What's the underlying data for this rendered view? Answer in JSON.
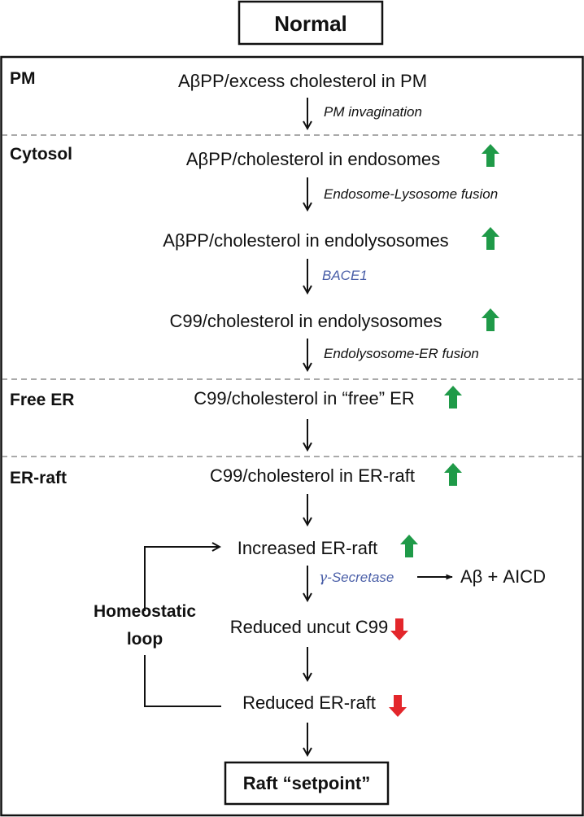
{
  "title": "Normal",
  "sections": {
    "pm": "PM",
    "cytosol": "Cytosol",
    "free_er": "Free ER",
    "er_raft": "ER-raft"
  },
  "nodes": {
    "n1": "AβPP/excess cholesterol in PM",
    "n2": "AβPP/cholesterol in endosomes",
    "n3": "AβPP/cholesterol in endolysosomes",
    "n4": "C99/cholesterol in endolysosomes",
    "n5": "C99/cholesterol in “free” ER",
    "n6": "C99/cholesterol in ER-raft",
    "n7": "Increased ER-raft",
    "n8": "Reduced uncut C99",
    "n9": "Reduced ER-raft",
    "final": "Raft “setpoint”"
  },
  "steps": {
    "s1": "PM invagination",
    "s2": "Endosome-Lysosome fusion",
    "s3": "BACE1",
    "s4": "Endolysosome-ER fusion",
    "gamma_symbol": "γ",
    "gamma_rest": "-Secretase",
    "products": "Aβ + AICD"
  },
  "loop": {
    "line1": "Homeostatic",
    "line2": "loop"
  },
  "colors": {
    "increase": "#1f9a48",
    "decrease": "#e3262b",
    "enzyme_text": "#4a5fa8"
  },
  "icons": {
    "increase": "up-arrow-icon",
    "decrease": "down-arrow-icon"
  }
}
